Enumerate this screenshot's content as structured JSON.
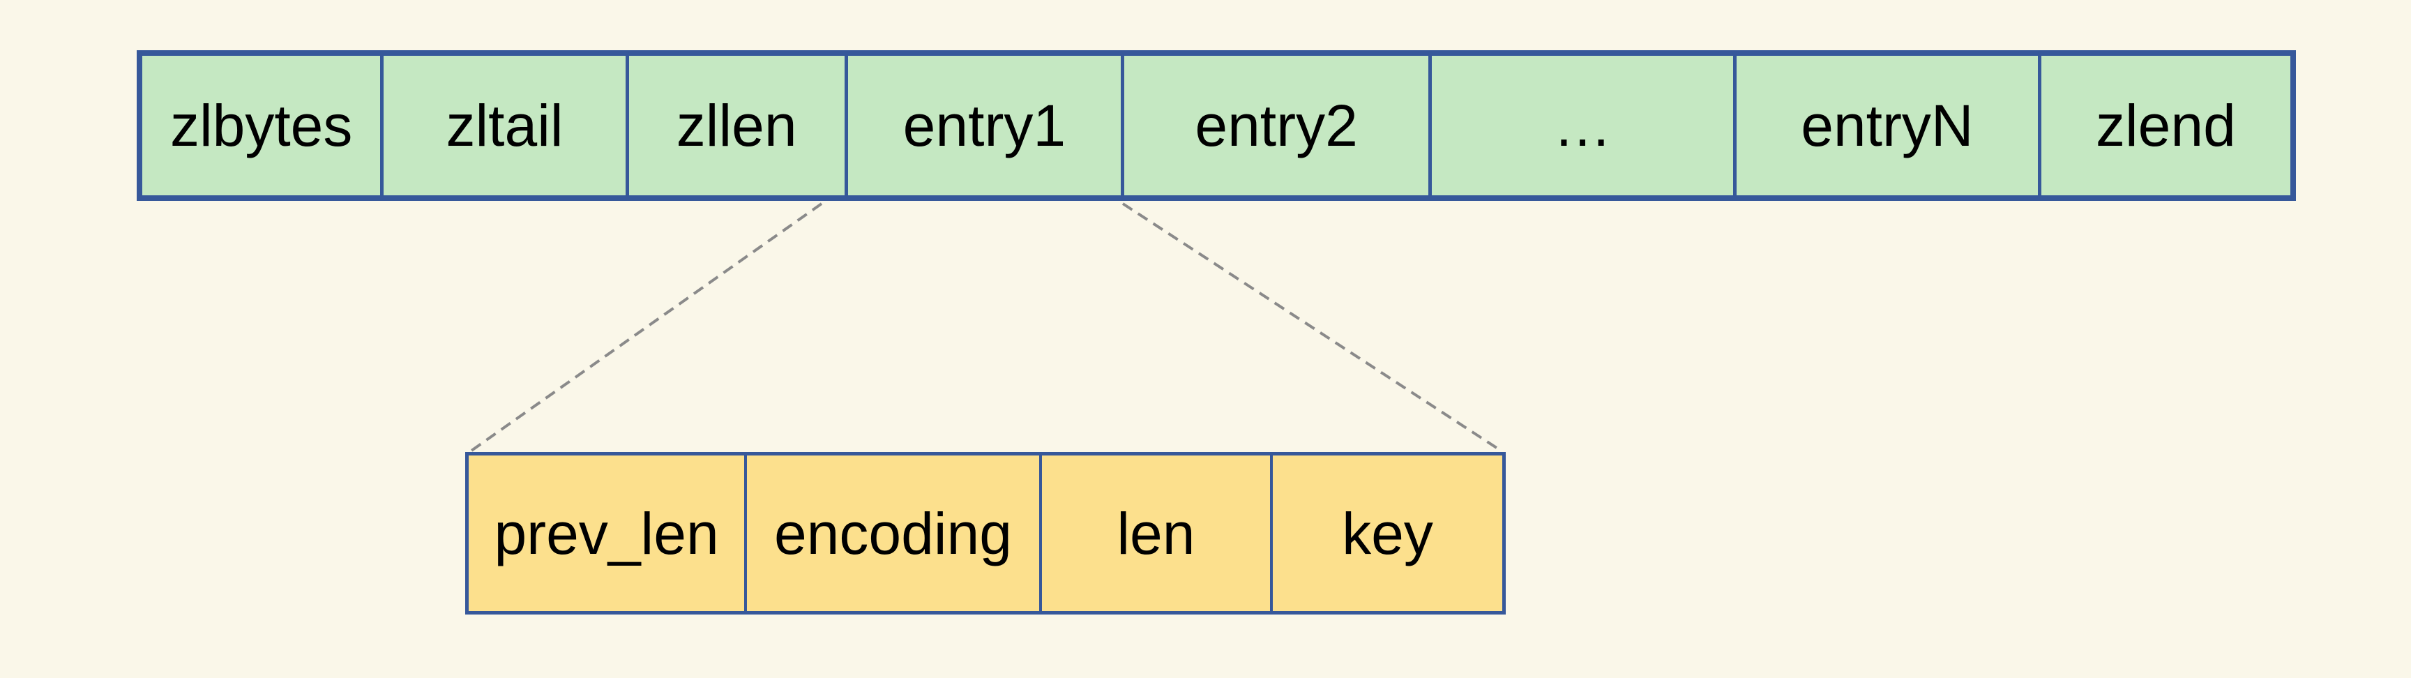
{
  "colors": {
    "background": "#faf7e9",
    "top_row_fill": "#c5e8c2",
    "bottom_row_fill": "#fce08d",
    "border": "#36589a",
    "connector": "#8a8a8a",
    "text": "#000000"
  },
  "top_row": {
    "cells": [
      {
        "label": "zlbytes"
      },
      {
        "label": "zltail"
      },
      {
        "label": "zllen"
      },
      {
        "label": "entry1"
      },
      {
        "label": "entry2"
      },
      {
        "label": "…"
      },
      {
        "label": "entryN"
      },
      {
        "label": "zlend"
      }
    ]
  },
  "bottom_row": {
    "cells": [
      {
        "label": "prev_len"
      },
      {
        "label": "encoding"
      },
      {
        "label": "len"
      },
      {
        "label": "key"
      }
    ]
  }
}
